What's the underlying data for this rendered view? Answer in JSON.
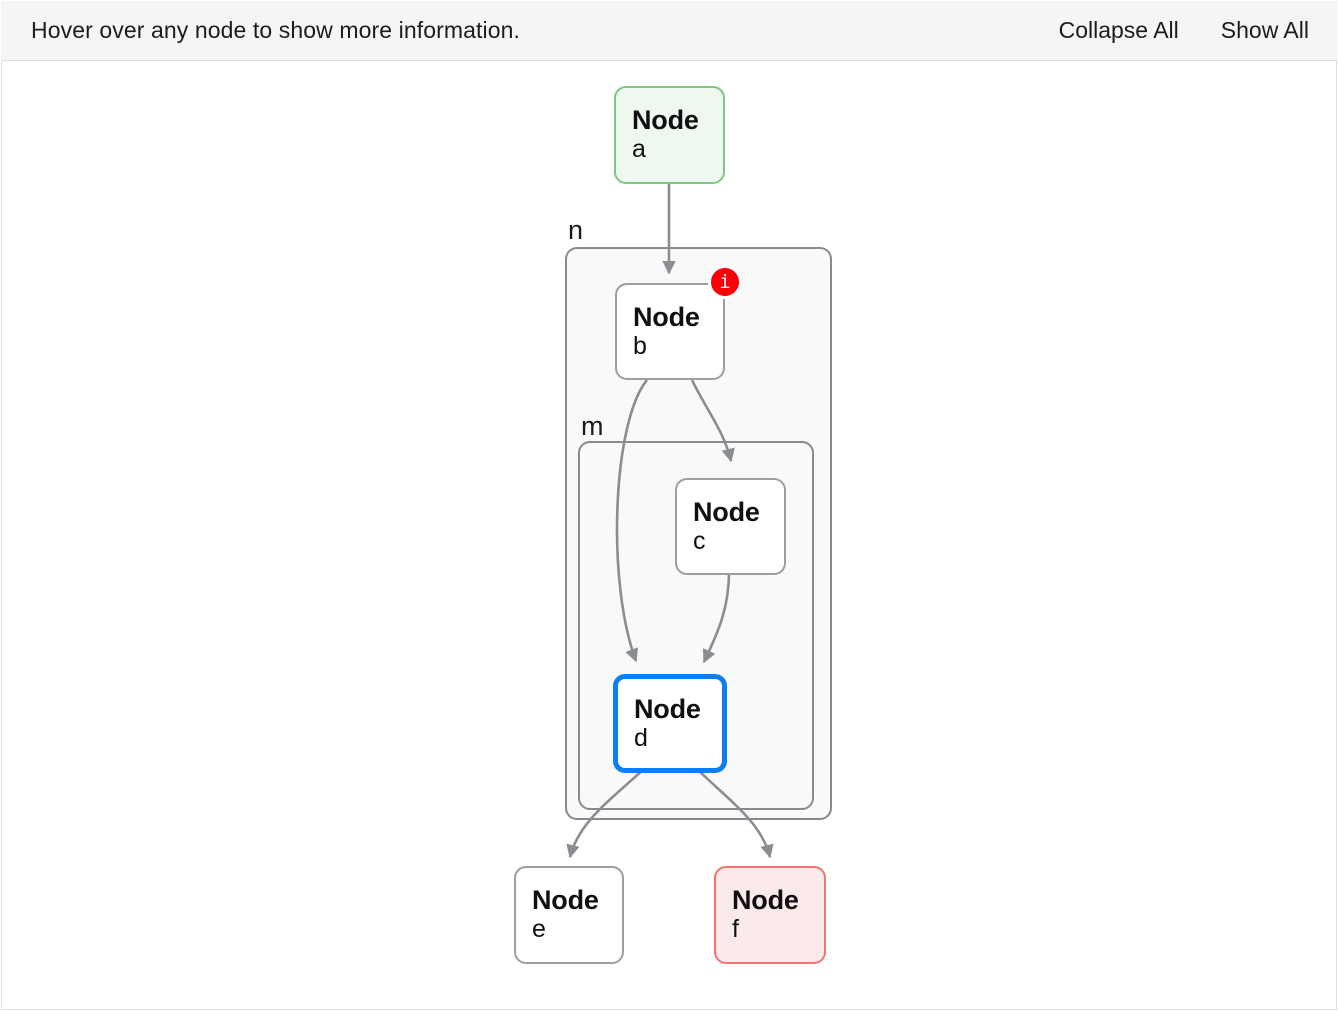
{
  "toolbar": {
    "hint": "Hover over any node to show more information.",
    "collapse_all_label": "Collapse All",
    "show_all_label": "Show All"
  },
  "graph": {
    "clusters": [
      {
        "id": "n",
        "label": "n"
      },
      {
        "id": "m",
        "label": "m"
      }
    ],
    "nodes": [
      {
        "id": "a",
        "title": "Node",
        "sub": "a",
        "state": "green"
      },
      {
        "id": "b",
        "title": "Node",
        "sub": "b",
        "state": "default",
        "badge": "i"
      },
      {
        "id": "c",
        "title": "Node",
        "sub": "c",
        "state": "default"
      },
      {
        "id": "d",
        "title": "Node",
        "sub": "d",
        "state": "selected"
      },
      {
        "id": "e",
        "title": "Node",
        "sub": "e",
        "state": "default"
      },
      {
        "id": "f",
        "title": "Node",
        "sub": "f",
        "state": "red"
      }
    ],
    "edges": [
      {
        "from": "a",
        "to": "b"
      },
      {
        "from": "b",
        "to": "c"
      },
      {
        "from": "b",
        "to": "d"
      },
      {
        "from": "c",
        "to": "d"
      },
      {
        "from": "d",
        "to": "e"
      },
      {
        "from": "d",
        "to": "f"
      }
    ],
    "colors": {
      "edge": "#8a8d92",
      "node_border": "#9b9ea3",
      "cluster_border": "#878a8f",
      "cluster_fill": "#f9f9f9",
      "green_border": "#7fc683",
      "green_fill": "#eef8ef",
      "red_border": "#f4736f",
      "red_fill": "#fbeaea",
      "selected_border": "#0b7ef4",
      "badge_fill": "#fb0007",
      "badge_text": "#ffffff"
    }
  }
}
